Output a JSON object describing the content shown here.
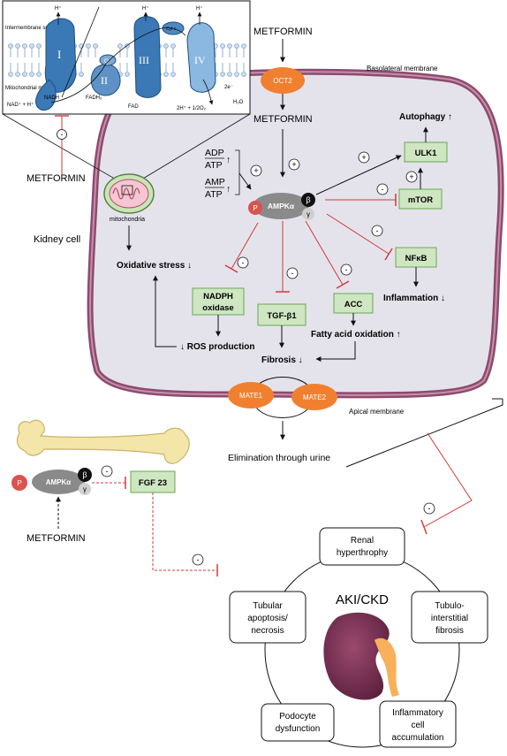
{
  "metformin": "METFORMIN",
  "membranes": {
    "basolateral": "Basolateral membrane",
    "apical": "Apical membrane"
  },
  "cell_label": "Kidney cell",
  "mito": {
    "intermembrane": "Intermembrane space",
    "matrix": "Mitochondrial matrix",
    "hplus": "H⁺",
    "complex1": "I",
    "complex2": "II",
    "complex3": "III",
    "complex4": "IV",
    "q": "Q",
    "cytc": "Cyt c",
    "nadh_reaction": "NAD⁺ + H⁺",
    "nadh": "NADH",
    "fadh2": "FADH₂",
    "fad": "FAD",
    "two_e": "2e⁻",
    "water_reaction": "2H⁺ + 1/2O₂",
    "water": "H₂O",
    "mitochondria_label": "mitochondria"
  },
  "transporters": {
    "oct2": "OCT2",
    "mate1": "MATE1",
    "mate2": "MATE2"
  },
  "ampk": {
    "alpha": "AMPKα",
    "p": "P",
    "beta": "β",
    "gamma": "γ"
  },
  "ratios": {
    "adp": "ADP",
    "amp": "AMP",
    "atp": "ATP",
    "up": "↑"
  },
  "signs": {
    "plus": "+",
    "minus": "-"
  },
  "targets": {
    "ulk1": "ULK1",
    "mtor": "mTOR",
    "nfkb": "NFκB",
    "nadph_line1": "NADPH",
    "nadph_line2": "oxidase",
    "tgfb1": "TGF-β1",
    "acc": "ACC",
    "fgf23": "FGF 23"
  },
  "outcomes": {
    "autophagy": "Autophagy ↑",
    "inflammation": "Inflammation ↓",
    "oxidative_stress": "Oxidative stress ↓",
    "ros": "↓ ROS production",
    "fatty_acid": "Fatty acid  oxidation ↑",
    "fibrosis": "Fibrosis ↓",
    "elimination": "Elimination through urine"
  },
  "akicd": {
    "title": "AKI/CKD",
    "renal": [
      "Renal",
      "hyperthrophy"
    ],
    "tubulo": [
      "Tubulo-",
      "interstitial",
      "fibrosis"
    ],
    "inflammatory": [
      "Inflammatory",
      "cell",
      "accumulation"
    ],
    "podocyte": [
      "Podocyte",
      "dysfunction"
    ],
    "tubular": [
      "Tubular",
      "apoptosis/",
      "necrosis"
    ]
  },
  "colors": {
    "membrane": "#8e4a6e",
    "cell_fill": "#e4e3ec",
    "transporter": "#f08030",
    "green_box": "#cfe6c2",
    "green_border": "#6aa84f",
    "inhibit": "#d23a3a",
    "ampk_body": "#8a8a8a",
    "p_badge": "#d9534f",
    "complex_blue": "#3a78b6"
  }
}
